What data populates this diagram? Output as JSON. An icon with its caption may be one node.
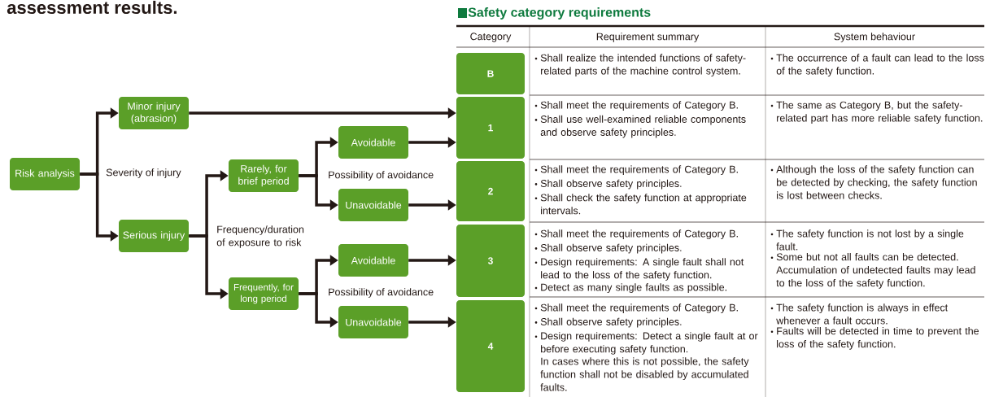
{
  "diagram": {
    "title": "Safety category requirements",
    "nodes": [
      {
        "text": [
          "Risk analysis"
        ]
      },
      {
        "text": [
          "Minor injury (abrasion)"
        ]
      },
      {
        "text": [
          "Serious injury"
        ]
      },
      {
        "text": [
          "Rarely, for brief period"
        ]
      },
      {
        "text": [
          "Frequently, for long period"
        ]
      },
      {
        "text": [
          "Avoidable"
        ]
      },
      {
        "text": [
          "Unavoidable"
        ]
      },
      {
        "text": [
          "Avoidable"
        ]
      },
      {
        "text": [
          "Unavoidable"
        ]
      },
      {
        "text": [
          "B"
        ]
      },
      {
        "text": [
          "1"
        ]
      },
      {
        "text": [
          "2"
        ]
      },
      {
        "text": [
          "3"
        ]
      },
      {
        "text": [
          "4"
        ]
      }
    ],
    "edges": [
      {
        "from": 0,
        "to": 1,
        "arrow": "to"
      },
      {
        "from": 0,
        "to": 2,
        "arrow": "to"
      },
      {
        "from": 2,
        "to": 3,
        "arrow": "to"
      },
      {
        "from": 2,
        "to": 4,
        "arrow": "to"
      },
      {
        "from": 3,
        "to": 5,
        "arrow": "to"
      },
      {
        "from": 3,
        "to": 6,
        "arrow": "to"
      },
      {
        "from": 4,
        "to": 7,
        "arrow": "to"
      },
      {
        "from": 4,
        "to": 8,
        "arrow": "to"
      },
      {
        "from": 1,
        "to": 10,
        "arrow": "to"
      },
      {
        "from": 5,
        "to": 10,
        "arrow": "to"
      },
      {
        "from": 6,
        "to": 11,
        "arrow": "to"
      },
      {
        "from": 7,
        "to": 12,
        "arrow": "to"
      },
      {
        "from": 8,
        "to": 13,
        "arrow": "to"
      }
    ],
    "labels": [
      "assessment results.",
      "Severity of injury",
      "Possibility of avoidance",
      "Frequency/duration of exposure to risk",
      "Possibility of avoidance",
      "Category",
      "Requirement summary",
      "System behaviour",
      "Shall realize the intended functions of safety-related parts of the machine control system.",
      "The occurrence of a fault can lead to the loss of the safety function.",
      "Shall meet the requirements of Category B.",
      "Shall use well-examined reliable components and observe safety principles.",
      "The same as Category B, but the safety-related part has more reliable safety function.",
      "Shall meet the requirements of Category B.",
      "Shall observe safety principles.",
      "Shall check the safety function at appropriate intervals.",
      "Although the loss of the safety function can be detected by checking, the safety function is lost between checks.",
      "Shall meet the requirements of Category B.",
      "Shall observe safety principles.",
      "Design requirements: A single fault shall not lead to the loss of the safety function.",
      "Detect as many single faults as possible.",
      "The safety function is not lost by a single fault.",
      "Some but not all faults can be detected. Accumulation of undetected faults may lead to the loss of the safety function.",
      "Shall meet the requirements of Category B.",
      "Shall observe safety principles.",
      "Design requirements: Detect a single fault at or before executing safety function.",
      "In cases where this is not possible, the safety function shall not be disabled by accumulated faults.",
      "The safety function is always in effect whenever a fault occurs.",
      "Faults will be detected in time to prevent the loss of the safety function."
    ]
  }
}
